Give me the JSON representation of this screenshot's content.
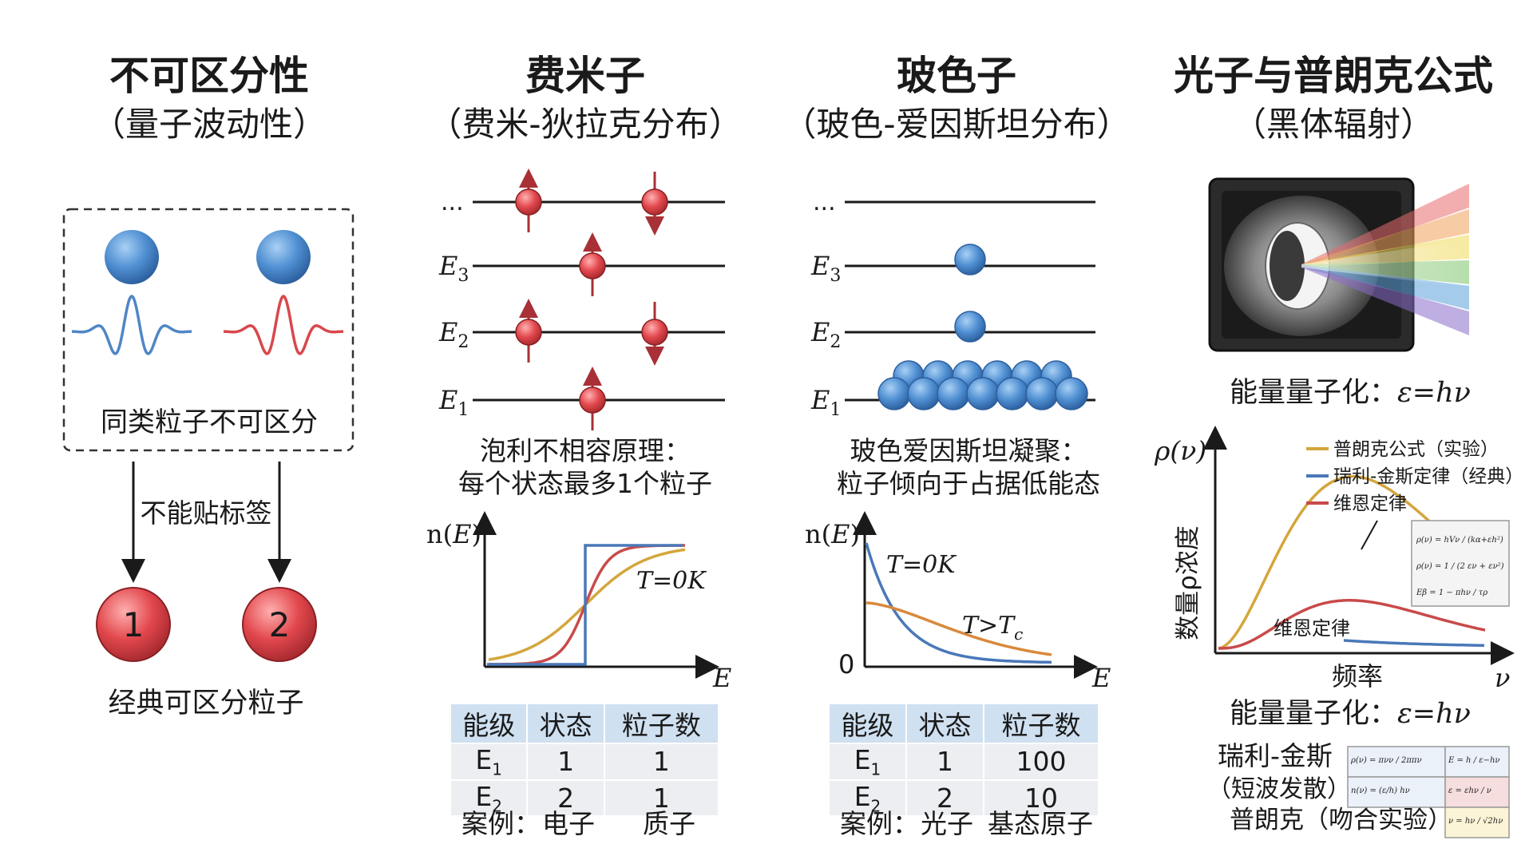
{
  "panels": {
    "indist": {
      "title": "不可区分性",
      "subtitle": "（量子波动性）",
      "box_label": "同类粒子不可区分",
      "arrow_label": "不能贴标签",
      "ball1": "1",
      "ball2": "2",
      "footer": "经典可区分粒子"
    },
    "fermion": {
      "title": "费米子",
      "subtitle": "（费米-狄拉克分布）",
      "levels": [
        "...",
        "E",
        "E",
        "E"
      ],
      "level_subs": [
        "",
        "3",
        "2",
        "1"
      ],
      "principle_1": "泡利不相容原理：",
      "principle_2": "每个状态最多1个粒子",
      "ylabel_n": "n(",
      "ylabel_E": "E",
      ")": ")",
      "ylabel_close": ")",
      "xlabel": "E",
      "curve_label": "T=0K",
      "table": {
        "headers": [
          "能级",
          "状态",
          "粒子数"
        ],
        "rows": [
          [
            "E",
            "1",
            "1",
            "1"
          ],
          [
            "E",
            "2",
            "2",
            "1"
          ]
        ]
      },
      "case_label": "案例：",
      "case_1": "电子",
      "case_2": "质子"
    },
    "boson": {
      "title": "玻色子",
      "subtitle": "（玻色-爱因斯坦分布）",
      "levels": [
        "...",
        "E",
        "E",
        "E"
      ],
      "level_subs": [
        "",
        "3",
        "2",
        "1"
      ],
      "principle_1": "玻色爱因斯坦凝聚：",
      "principle_2": "粒子倾向于占据低能态",
      "ylabel_n": "n(",
      "ylabel_E": "E",
      "ylabel_close": ")",
      "xlabel": "E",
      "zero": "0",
      "curve_label_1": "T=0K",
      "curve_label_2": "T>T",
      "curve_label_2_sub": "c",
      "table": {
        "headers": [
          "能级",
          "状态",
          "粒子数"
        ],
        "rows": [
          [
            "E",
            "1",
            "1",
            "100"
          ],
          [
            "E",
            "2",
            "2",
            "10"
          ]
        ]
      },
      "case_label": "案例：",
      "case_1": "光子",
      "case_2": "基态原子"
    },
    "photon": {
      "title": "光子与普朗克公式",
      "subtitle": "（黑体辐射）",
      "quant_1": "能量量子化：",
      "quant_eq": "ε=hν",
      "ylabel": "ρ(ν)",
      "yaxis_text": "数量ρ浓度",
      "xlabel": "频率",
      "xlabel_sym": "ν",
      "legend": [
        {
          "label": "普朗克公式（实验）",
          "color": "#d4a63c"
        },
        {
          "label": "瑞利-金斯定律（经典）",
          "color": "#4a78b8"
        },
        {
          "label": "维恩定律",
          "color": "#c94a4a"
        }
      ],
      "wien_label": "维恩定律",
      "quant_2": "能量量子化：",
      "quant_eq_2": "ε=hν",
      "rj_1": "瑞利-金斯",
      "rj_2": "（短波发散）",
      "planck_row": "普朗克（吻合实验）",
      "formula_box_1": [
        "ρ(ν)  =  hVν / (kα+εh²)",
        "ρ(ν)  =  1 / (2 εν + εν²)",
        "Eβ  =  1 − πhν / τρ"
      ],
      "formula_box_2": [
        "ρ(ν) = πνν / 2ππν",
        "E = h / ε−hν",
        "n(ν) = (ε/h) hν",
        "ε = εhν / ν",
        "ν = hν / √2hν"
      ]
    }
  },
  "colors": {
    "blue": "#4a86c9",
    "red": "#d9474c",
    "gold": "#d4a63c",
    "curve_blue": "#4a78b8",
    "curve_red": "#c94a4a",
    "table_head": "#cfe0f1",
    "table_body": "#eceef2"
  }
}
